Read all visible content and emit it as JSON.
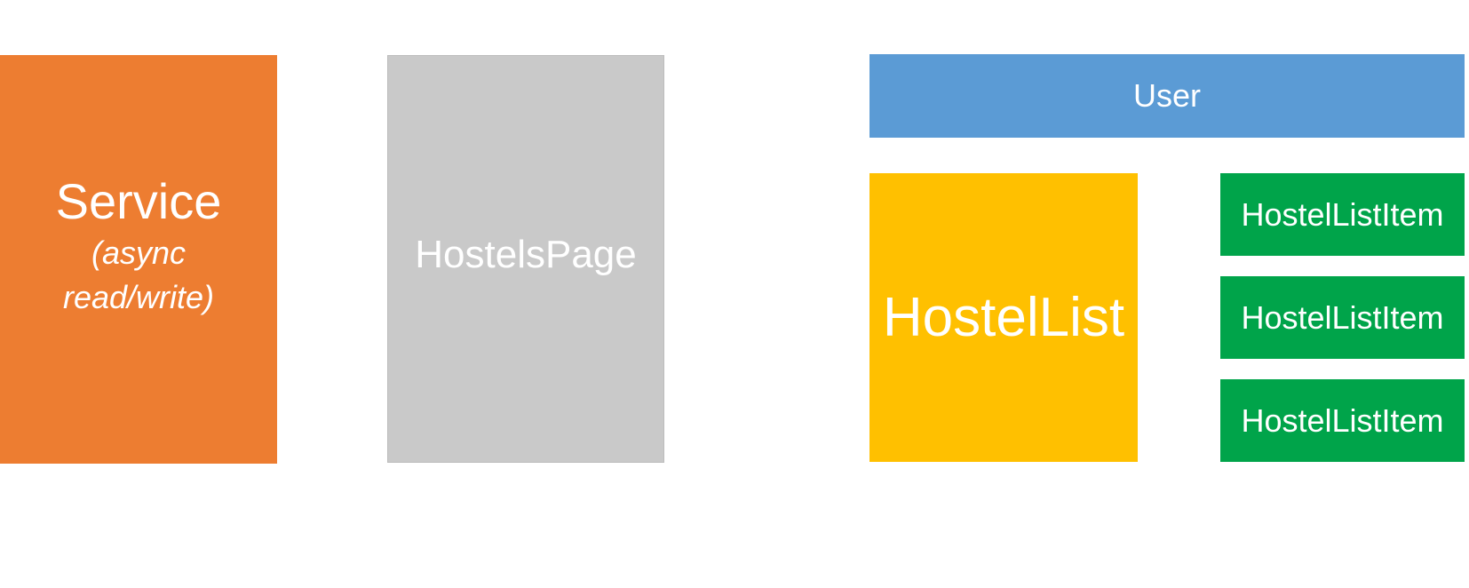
{
  "diagram": {
    "service": {
      "title": "Service",
      "subtitle": "(async read/write)",
      "color": "#ED7D31"
    },
    "hostels_page": {
      "label": "HostelsPage",
      "color": "#C9C9C9"
    },
    "user": {
      "label": "User",
      "color": "#5B9BD5"
    },
    "hostel_list": {
      "label": "HostelList",
      "color": "#FFC000"
    },
    "hostel_list_items": [
      {
        "label": "HostelListItem"
      },
      {
        "label": "HostelListItem"
      },
      {
        "label": "HostelListItem"
      }
    ],
    "item_color": "#00A44A"
  }
}
